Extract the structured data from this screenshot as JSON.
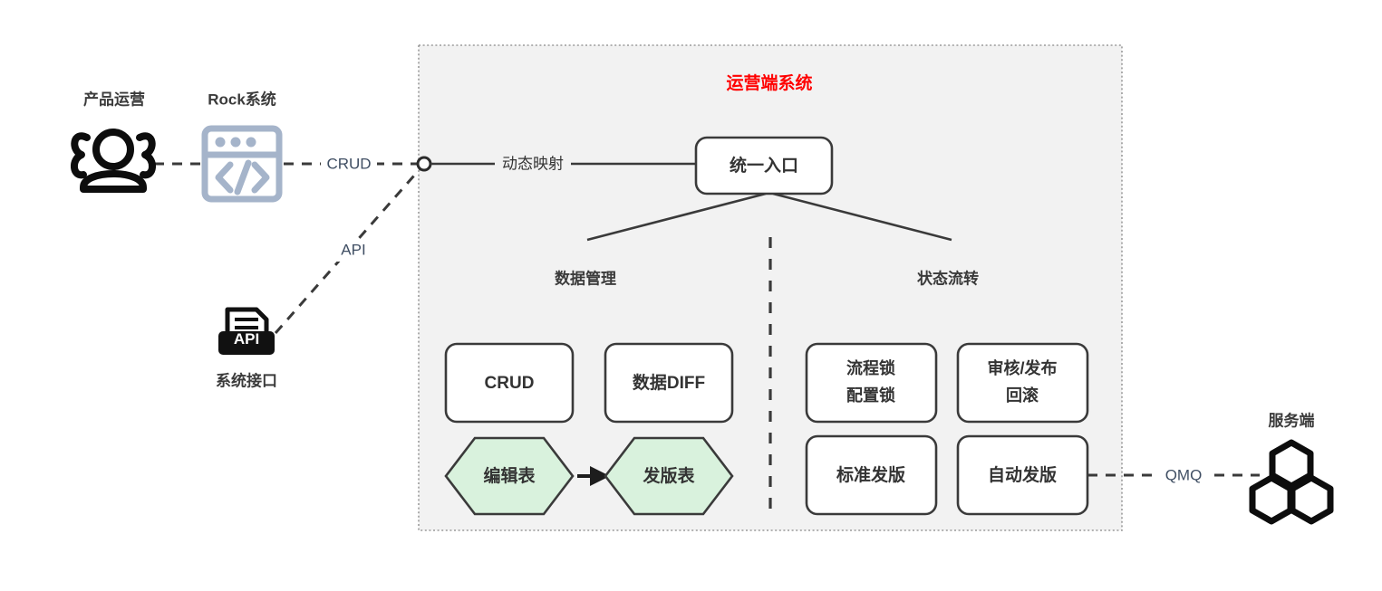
{
  "diagram": {
    "title": "运营端系统",
    "title_color": "#ff0000",
    "panel_fill": "#f2f2f2",
    "background": "#ffffff"
  },
  "actors": [
    {
      "id": "product-ops",
      "label": "产品运营",
      "icon": "people-group-icon"
    },
    {
      "id": "rock-system",
      "label": "Rock系统",
      "icon": "browser-code-icon"
    },
    {
      "id": "system-api",
      "label": "系统接口",
      "icon": "api-document-icon"
    },
    {
      "id": "server-side",
      "label": "服务端",
      "icon": "hexagon-cluster-icon"
    }
  ],
  "edges": [
    {
      "id": "ops-to-rock",
      "label": "",
      "style": "dashed"
    },
    {
      "id": "rock-to-entry",
      "label": "CRUD",
      "style": "dashed",
      "color": "#3f4e63"
    },
    {
      "id": "api-to-entry",
      "label": "API",
      "style": "dashed",
      "color": "#3f4e63"
    },
    {
      "id": "junction-to-entry",
      "label": "动态映射",
      "style": "solid",
      "color": "#333333"
    },
    {
      "id": "publish-to-server",
      "label": "QMQ",
      "style": "dashed",
      "color": "#3f4e63"
    }
  ],
  "entry_node": {
    "label": "统一入口"
  },
  "groups": [
    {
      "id": "data-management",
      "title": "数据管理",
      "nodes": [
        {
          "id": "crud",
          "label": "CRUD",
          "shape": "box"
        },
        {
          "id": "data-diff",
          "label": "数据DIFF",
          "shape": "box"
        },
        {
          "id": "edit-table",
          "label": "编辑表",
          "shape": "hexagon",
          "fill": "#d9f2dd"
        },
        {
          "id": "publish-table",
          "label": "发版表",
          "shape": "hexagon",
          "fill": "#d9f2dd"
        }
      ]
    },
    {
      "id": "state-flow",
      "title": "状态流转",
      "nodes": [
        {
          "id": "process-lock",
          "label_line1": "流程锁",
          "label_line2": "配置锁",
          "shape": "box"
        },
        {
          "id": "review-rollback",
          "label_line1": "审核/发布",
          "label_line2": "回滚",
          "shape": "box"
        },
        {
          "id": "standard-release",
          "label": "标准发版",
          "shape": "box"
        },
        {
          "id": "auto-release",
          "label": "自动发版",
          "shape": "box"
        }
      ]
    }
  ]
}
